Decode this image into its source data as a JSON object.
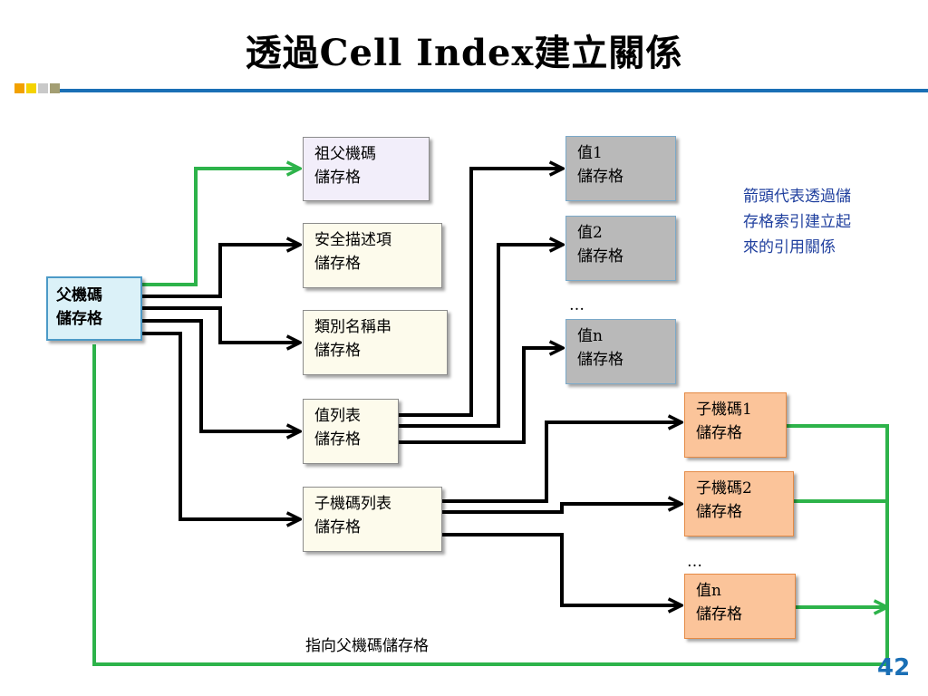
{
  "slide": {
    "title": "透過Cell Index建立關係",
    "page_number": "42"
  },
  "colors": {
    "accent_bar": "#1a6fb5",
    "square_orange": "#f2a100",
    "square_yellow": "#f5d300",
    "square_gray": "#c9c9c9",
    "square_olive": "#a39e73",
    "black_arrow": "#000000",
    "green_arrow": "#2db34a"
  },
  "boxes": {
    "parent": "父機碼\n儲存格",
    "grandparent": "祖父機碼\n儲存格",
    "security": "安全描述項\n儲存格",
    "classname": "類別名稱串\n儲存格",
    "valuelist": "值列表\n儲存格",
    "subkeylist": "子機碼列表\n儲存格",
    "value1": "值1\n儲存格",
    "value2": "值2\n儲存格",
    "valuen": "值n\n儲存格",
    "subkey1": "子機碼1\n儲存格",
    "subkey2": "子機碼2\n儲存格",
    "subkeyn": "值n\n儲存格"
  },
  "labels": {
    "ellipsis_values": "…",
    "ellipsis_subkeys": "…",
    "back_to_parent": "指向父機碼儲存格",
    "note": "箭頭代表透過儲\n存格索引建立起\n來的引用關係"
  }
}
